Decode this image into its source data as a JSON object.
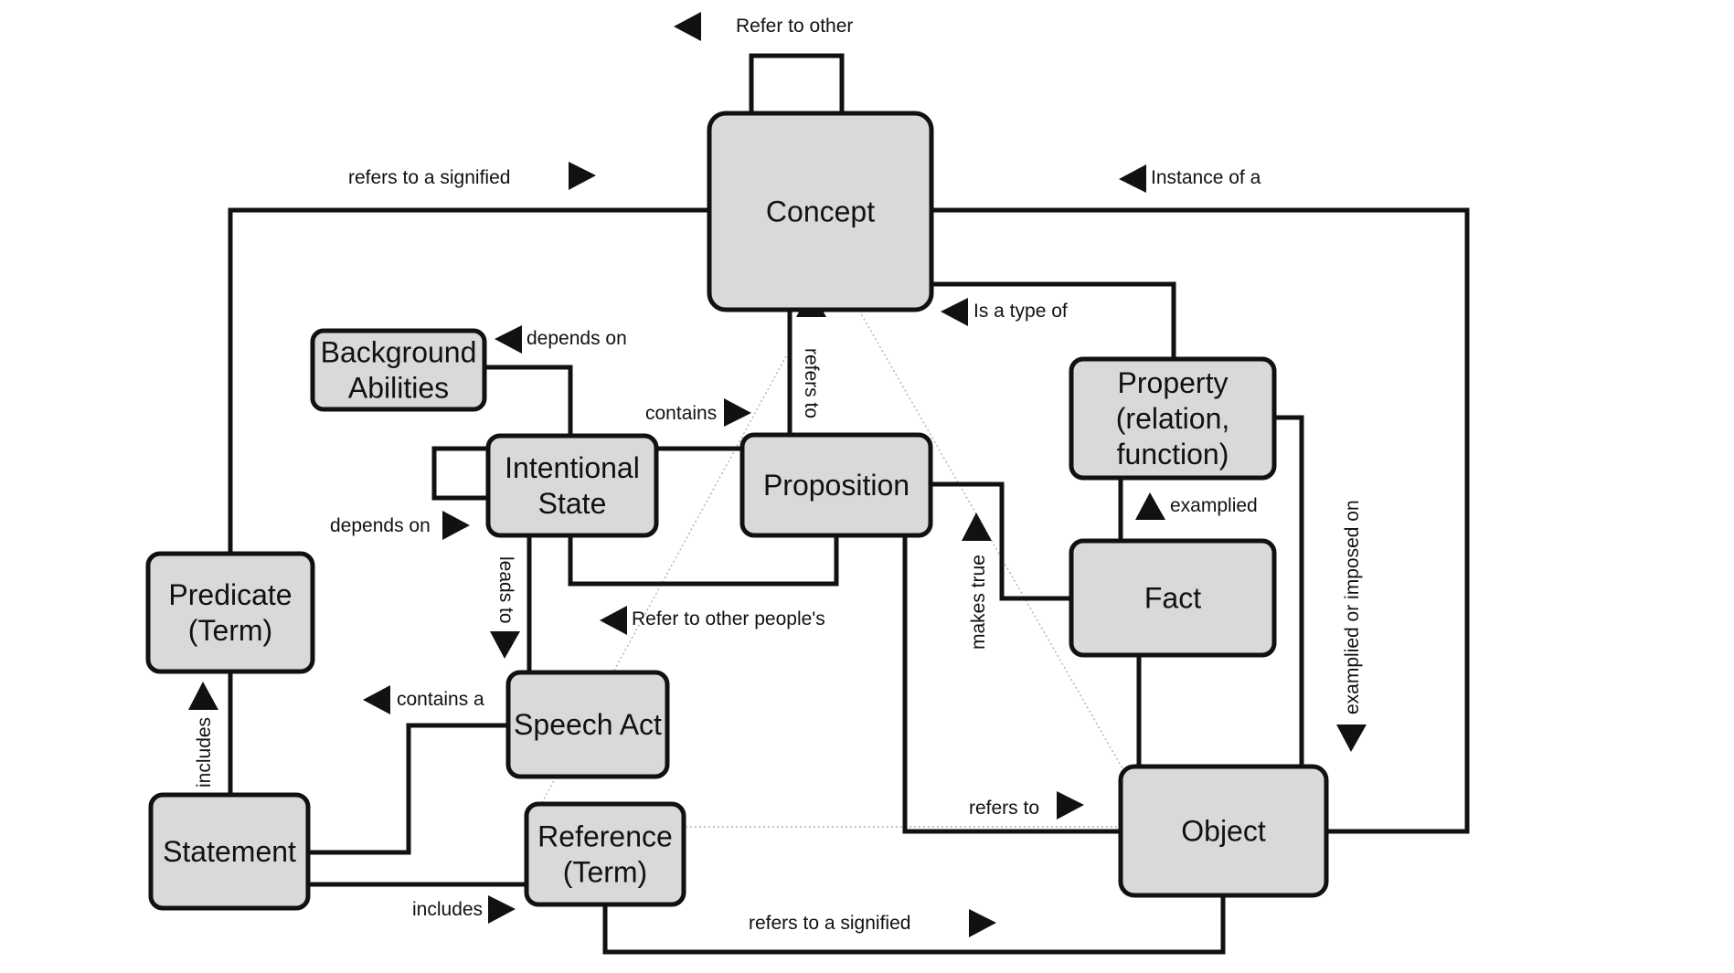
{
  "nodes": {
    "concept": [
      "Concept"
    ],
    "background_abilities": [
      "Background",
      "Abilities"
    ],
    "intentional_state": [
      "Intentional",
      "State"
    ],
    "proposition": [
      "Proposition"
    ],
    "property": [
      "Property",
      "(relation,",
      "function)"
    ],
    "fact": [
      "Fact"
    ],
    "predicate": [
      "Predicate",
      "(Term)"
    ],
    "speech_act": [
      "Speech Act"
    ],
    "statement": [
      "Statement"
    ],
    "reference": [
      "Reference",
      "(Term)"
    ],
    "object": [
      "Object"
    ]
  },
  "edges": {
    "concept_self": "Refer to other",
    "predicate_concept": "refers to a signified",
    "object_concept": "Instance of a",
    "property_concept": "Is a type of",
    "intentional_background": "depends on",
    "intentional_proposition": "contains",
    "proposition_concept": "refers to",
    "property_fact": "examplied",
    "intentional_self": "depends on",
    "intentional_speech": "leads to",
    "fact_proposition": "makes true",
    "speech_other": "Refer to other people's",
    "property_object": "examplied or imposed on",
    "statement_predicate": "includes",
    "speech_statement": "contains a",
    "proposition_object": "refers to",
    "statement_reference": "includes",
    "reference_object": "refers to a signified"
  }
}
